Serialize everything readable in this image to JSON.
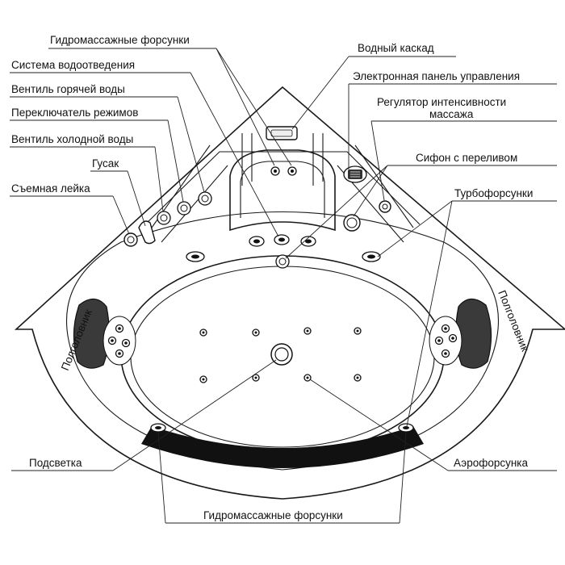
{
  "labels": {
    "hydro_top": "Гидромассажные форсунки",
    "drain": "Система водоотведения",
    "hot_valve": "Вентиль горячей воды",
    "mode_switch": "Переключатель режимов",
    "cold_valve": "Вентиль холодной воды",
    "spout": "Гусак",
    "shower": "Съемная лейка",
    "cascade": "Водный каскад",
    "panel": "Электронная панель управления",
    "intensity_line1": "Регулятор интенсивности",
    "intensity_line2": "массажа",
    "siphon": "Сифон с переливом",
    "turbo": "Турбофорсунки",
    "pillow_left": "Полголовник",
    "pillow_right": "Полголовник",
    "light": "Подсветка",
    "aero": "Аэрофорсунка",
    "hydro_bottom": "Гидромассажные форсунки"
  },
  "colors": {
    "line": "#222222",
    "pillow": "#3a3a3a",
    "pillow_band": "#111111",
    "background": "#ffffff"
  }
}
